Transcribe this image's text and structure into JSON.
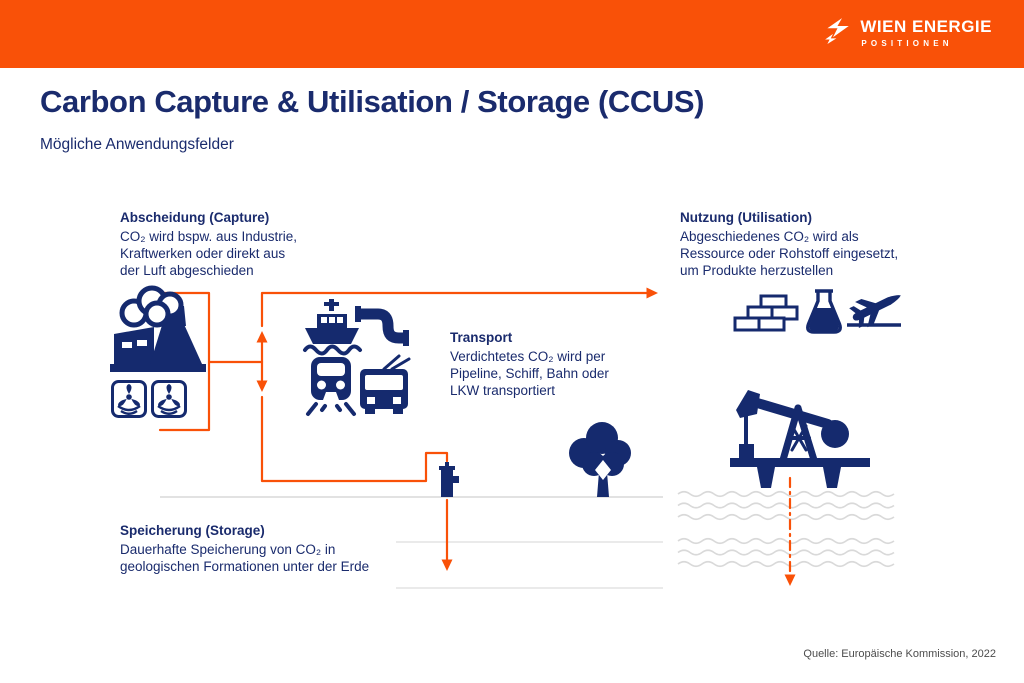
{
  "header": {
    "brand": "WIEN ENERGIE",
    "subbrand": "POSITIONEN",
    "logo_icon": "wien-energie-flash-logo"
  },
  "title": "Carbon Capture & Utilisation / Storage (CCUS)",
  "subtitle": "Mögliche Anwendungsfelder",
  "sections": {
    "capture": {
      "heading": "Abscheidung (Capture)",
      "body": "CO₂ wird bspw. aus Industrie,\nKraftwerken oder direkt aus\nder Luft abgeschieden",
      "icons": [
        "factory-icon",
        "dac-fan-icon",
        "dac-fan-icon"
      ]
    },
    "transport": {
      "heading": "Transport",
      "body": "Verdichtetes CO₂ wird per\nPipeline, Schiff, Bahn oder\nLKW transportiert",
      "icons": [
        "ship-icon",
        "pipeline-icon",
        "train-icon",
        "trolleybus-icon"
      ]
    },
    "utilisation": {
      "heading": "Nutzung (Utilisation)",
      "body": "Abgeschiedenes CO₂ wird als\nRessource oder Rohstoff eingesetzt,\num Produkte herzustellen",
      "icons": [
        "bricks-icon",
        "flask-icon",
        "airplane-icon"
      ]
    },
    "storage": {
      "heading": "Speicherung (Storage)",
      "body": "Dauerhafte Speicherung von CO₂ in\ngeologischen Formationen unter der Erde",
      "icons": [
        "injection-well-icon",
        "tree-icon",
        "pumpjack-icon",
        "water-waves",
        "underground-strata"
      ]
    }
  },
  "source": "Quelle: Europäische Kommission, 2022",
  "colors": {
    "accent_orange": "#F95108",
    "navy": "#152A6E",
    "ground_line": "#E2E2E2",
    "wave_line": "#D9D9D9",
    "source_text": "#4C4C4C"
  }
}
